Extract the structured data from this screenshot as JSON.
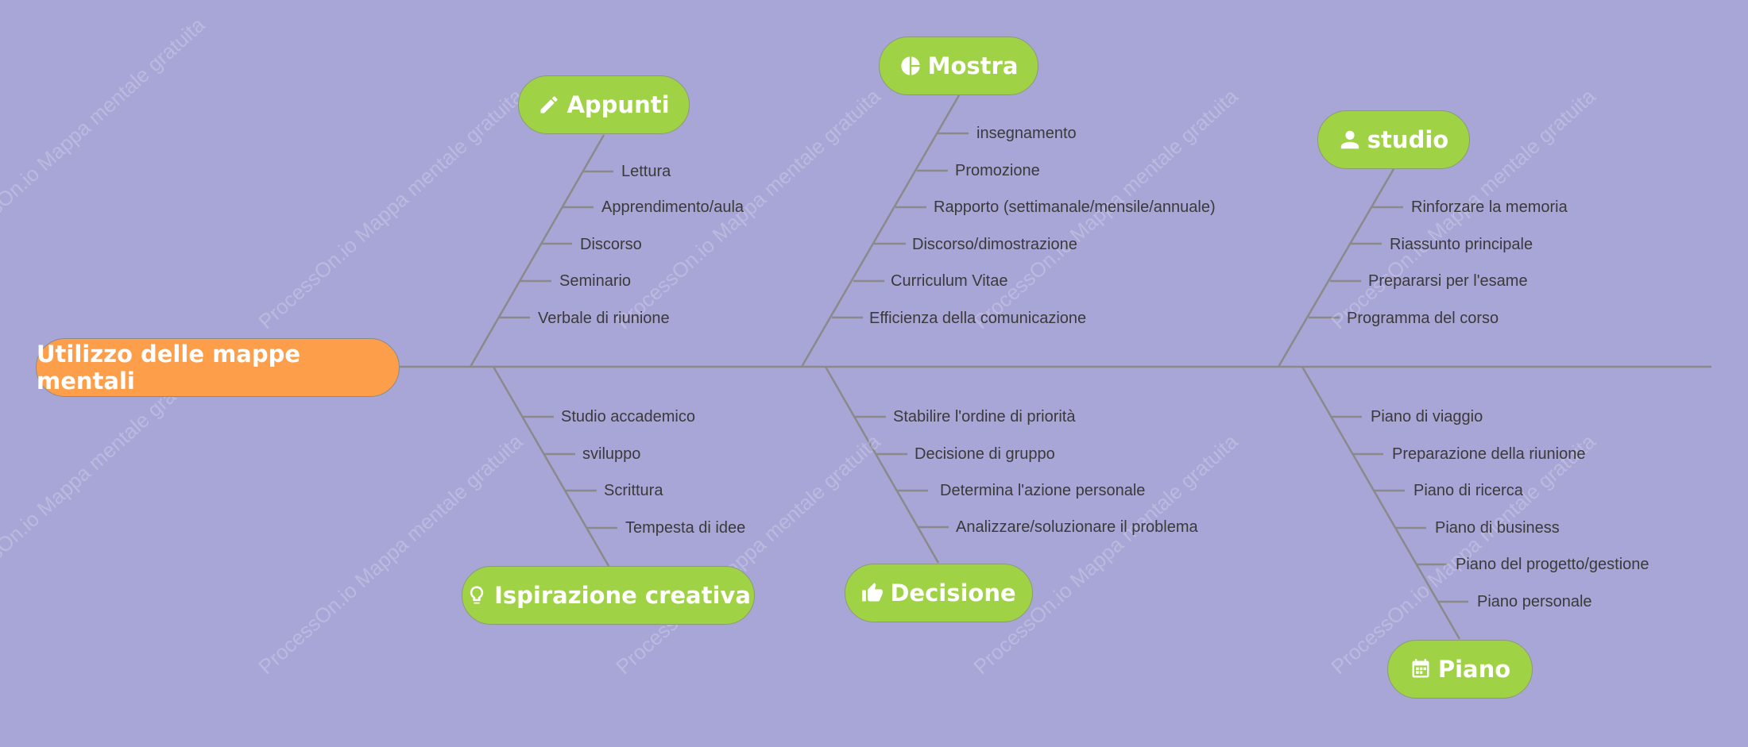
{
  "watermark_text": "ProcessOn.io Mappa mentale gratuita",
  "colors": {
    "background": "#a8a6d6",
    "root": "#fd9f4a",
    "topic": "#a0d246",
    "line": "#8a8a8a"
  },
  "root": {
    "label": "Utilizzo delle mappe mentali"
  },
  "topics": [
    {
      "label": "Appunti",
      "icon": "pencil-icon",
      "items": [
        "Lettura",
        "Apprendimento/aula",
        "Discorso",
        "Seminario",
        "Verbale di riunione"
      ]
    },
    {
      "label": "Ispirazione creativa",
      "icon": "lightbulb-icon",
      "items": [
        "Studio accademico",
        "sviluppo",
        "Scrittura",
        "Tempesta di idee"
      ]
    },
    {
      "label": "Mostra",
      "icon": "pie-chart-icon",
      "items": [
        "insegnamento",
        "Promozione",
        "Rapporto (settimanale/mensile/annuale)",
        "Discorso/dimostrazione",
        "Curriculum Vitae",
        "Efficienza della comunicazione"
      ]
    },
    {
      "label": "Decisione",
      "icon": "thumbs-up-icon",
      "items": [
        "Stabilire l'ordine di priorità",
        "Decisione di gruppo",
        "Determina l'azione personale",
        "Analizzare/soluzionare il problema"
      ]
    },
    {
      "label": "studio",
      "icon": "user-icon",
      "items": [
        "Rinforzare la memoria",
        "Riassunto principale",
        "Prepararsi per l'esame",
        "Programma del corso"
      ]
    },
    {
      "label": "Piano",
      "icon": "calendar-icon",
      "items": [
        "Piano di viaggio",
        "Preparazione della riunione",
        "Piano di ricerca",
        "Piano di business",
        "Piano del progetto/gestione",
        "Piano personale"
      ]
    }
  ]
}
